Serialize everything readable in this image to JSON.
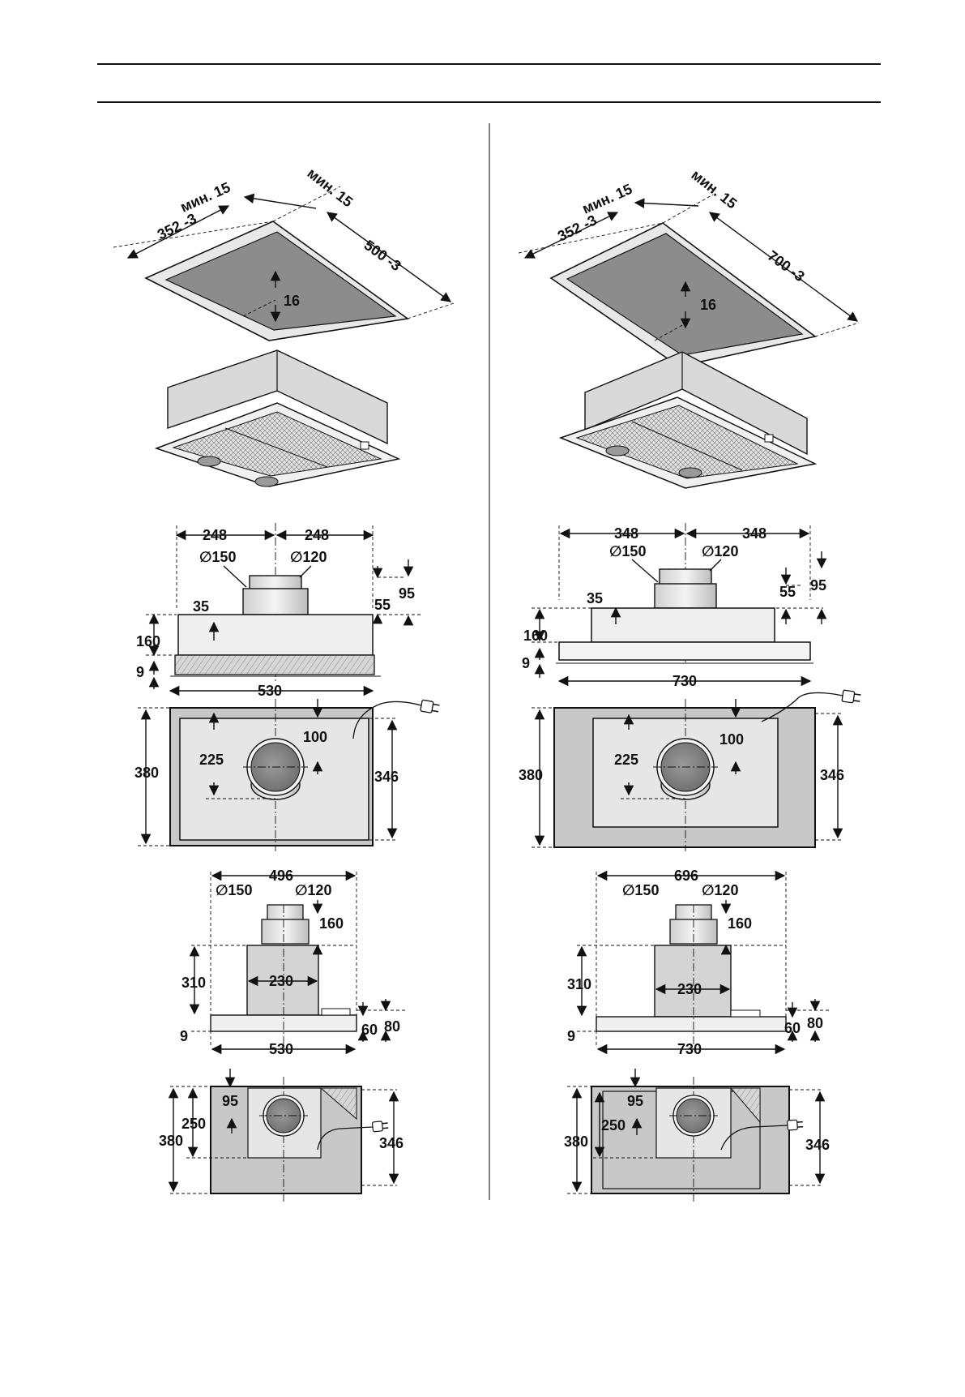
{
  "left": {
    "cutout": {
      "min_a": "мин. 15",
      "min_b": "мин. 15",
      "width": "352 -3",
      "length": "500 -3",
      "depth": "16"
    },
    "side": {
      "half_a": "248",
      "half_b": "248",
      "dia_large": "∅150",
      "dia_small": "∅120",
      "h35": "35",
      "h55": "55",
      "h95": "95",
      "h160": "160",
      "h9": "9",
      "width": "530"
    },
    "plan": {
      "d380": "380",
      "d346": "346",
      "d225": "225",
      "d100": "100"
    },
    "chimney": {
      "width_top": "496",
      "dia_large": "∅150",
      "dia_small": "∅120",
      "h160": "160",
      "h310": "310",
      "w230": "230",
      "h9": "9",
      "h60": "60",
      "h80": "80",
      "width": "530"
    },
    "plan2": {
      "d95": "95",
      "d250": "250",
      "d380": "380",
      "d346": "346"
    }
  },
  "right": {
    "cutout": {
      "min_a": "мин. 15",
      "min_b": "мин. 15",
      "width": "352 -3",
      "length": "700 -3",
      "depth": "16"
    },
    "side": {
      "half_a": "348",
      "half_b": "348",
      "dia_large": "∅150",
      "dia_small": "∅120",
      "h35": "35",
      "h55": "55",
      "h95": "95",
      "h160": "160",
      "h9": "9",
      "width": "730"
    },
    "plan": {
      "d380": "380",
      "d346": "346",
      "d225": "225",
      "d100": "100"
    },
    "chimney": {
      "width_top": "696",
      "dia_large": "∅150",
      "dia_small": "∅120",
      "h160": "160",
      "h310": "310",
      "w230": "230",
      "h9": "9",
      "h60": "60",
      "h80": "80",
      "width": "730"
    },
    "plan2": {
      "d95": "95",
      "d250": "250",
      "d380": "380",
      "d346": "346"
    }
  },
  "colors": {
    "line": "#111111",
    "panel_dark": "#8c8c8c",
    "panel_mid": "#c8c8c8",
    "panel_light": "#e6e6e6",
    "box_side": "#d9d9d9"
  },
  "icons": [
    "plug-icon",
    "filter-mesh-icon",
    "duct-icon"
  ]
}
